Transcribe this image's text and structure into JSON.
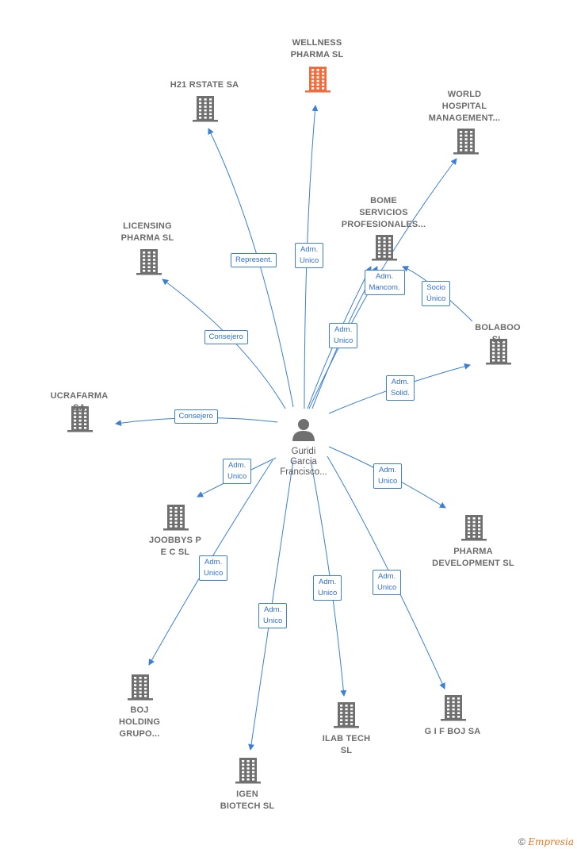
{
  "center": {
    "name_lines": [
      "Guridi",
      "Garcia",
      "Francisco..."
    ]
  },
  "companies": [
    {
      "id": "wellness",
      "lines": [
        "WELLNESS",
        "PHARMA SL"
      ],
      "highlight": true,
      "color": "#f26b3a"
    },
    {
      "id": "h21",
      "lines": [
        "H21 RSTATE SA"
      ]
    },
    {
      "id": "world",
      "lines": [
        "WORLD",
        "HOSPITAL",
        "MANAGEMENT..."
      ]
    },
    {
      "id": "bome",
      "lines": [
        "BOME",
        "SERVICIOS",
        "PROFESIONALES..."
      ]
    },
    {
      "id": "licensing",
      "lines": [
        "LICENSING",
        "PHARMA SL"
      ]
    },
    {
      "id": "bolaboo",
      "lines": [
        "BOLABOO SL"
      ]
    },
    {
      "id": "ucrafarma",
      "lines": [
        "UCRAFARMA SA"
      ]
    },
    {
      "id": "joobbys",
      "lines": [
        "JOOBBYS P",
        "E C SL"
      ]
    },
    {
      "id": "pharmadev",
      "lines": [
        "PHARMA",
        "DEVELOPMENT SL"
      ]
    },
    {
      "id": "boj",
      "lines": [
        "BOJ",
        "HOLDING",
        "GRUPO..."
      ]
    },
    {
      "id": "igen",
      "lines": [
        "IGEN",
        "BIOTECH SL"
      ]
    },
    {
      "id": "ilab",
      "lines": [
        "ILAB TECH SL"
      ]
    },
    {
      "id": "gif",
      "lines": [
        "G I F BOJ SA"
      ]
    }
  ],
  "edges": [
    {
      "to": "wellness",
      "lines": [
        "Adm.",
        "Unico"
      ]
    },
    {
      "to": "h21",
      "lines": [
        "Represent."
      ]
    },
    {
      "to": "world",
      "lines": []
    },
    {
      "to": "bome",
      "lines": [
        "Adm.",
        "Mancom."
      ]
    },
    {
      "to": "bome",
      "lines": [
        "Adm.",
        "Unico"
      ]
    },
    {
      "to": "bome",
      "lines": [
        "Socio",
        "Único"
      ]
    },
    {
      "to": "licensing",
      "lines": [
        "Consejero"
      ]
    },
    {
      "to": "bolaboo",
      "lines": [
        "Adm.",
        "Solid."
      ]
    },
    {
      "to": "ucrafarma",
      "lines": [
        "Consejero"
      ]
    },
    {
      "to": "joobbys",
      "lines": [
        "Adm.",
        "Unico"
      ]
    },
    {
      "to": "pharmadev",
      "lines": [
        "Adm.",
        "Unico"
      ]
    },
    {
      "to": "boj",
      "lines": [
        "Adm.",
        "Unico"
      ]
    },
    {
      "to": "igen",
      "lines": [
        "Adm.",
        "Unico"
      ]
    },
    {
      "to": "ilab",
      "lines": [
        "Adm.",
        "Unico"
      ]
    },
    {
      "to": "gif",
      "lines": [
        "Adm.",
        "Unico"
      ]
    }
  ],
  "colors": {
    "edge": "#3b7fd6",
    "building": "#6f6f6f",
    "highlight": "#f26b3a",
    "person": "#6f6f6f"
  },
  "footer": {
    "copyright": "©",
    "brand": "Empresia"
  }
}
